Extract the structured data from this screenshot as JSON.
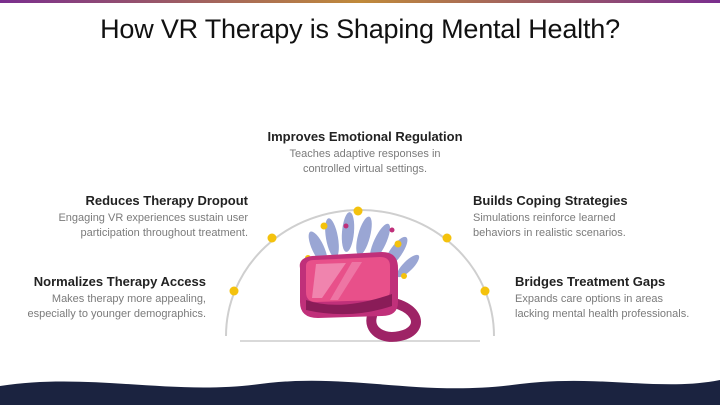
{
  "title": "How VR Therapy is Shaping Mental Health?",
  "items": {
    "top": {
      "heading": "Improves Emotional Regulation",
      "desc_line1": "Teaches adaptive responses in",
      "desc_line2": "controlled virtual settings."
    },
    "upper_left": {
      "heading": "Reduces Therapy Dropout",
      "desc_line1": "Engaging VR experiences sustain user",
      "desc_line2": "participation throughout treatment."
    },
    "lower_left": {
      "heading": "Normalizes Therapy Access",
      "desc_line1": "Makes therapy more appealing,",
      "desc_line2": "especially to younger demographics."
    },
    "upper_right": {
      "heading": "Builds Coping Strategies",
      "desc_line1": "Simulations reinforce learned",
      "desc_line2": "behaviors in realistic scenarios."
    },
    "lower_right": {
      "heading": "Bridges Treatment Gaps",
      "desc_line1": "Expands care options in areas",
      "desc_line2": "lacking mental health professionals."
    }
  },
  "colors": {
    "accent_dot": "#f4c20d",
    "headset": "#c0307a",
    "footer": "#1b2340",
    "arc": "#cfcfcf"
  }
}
